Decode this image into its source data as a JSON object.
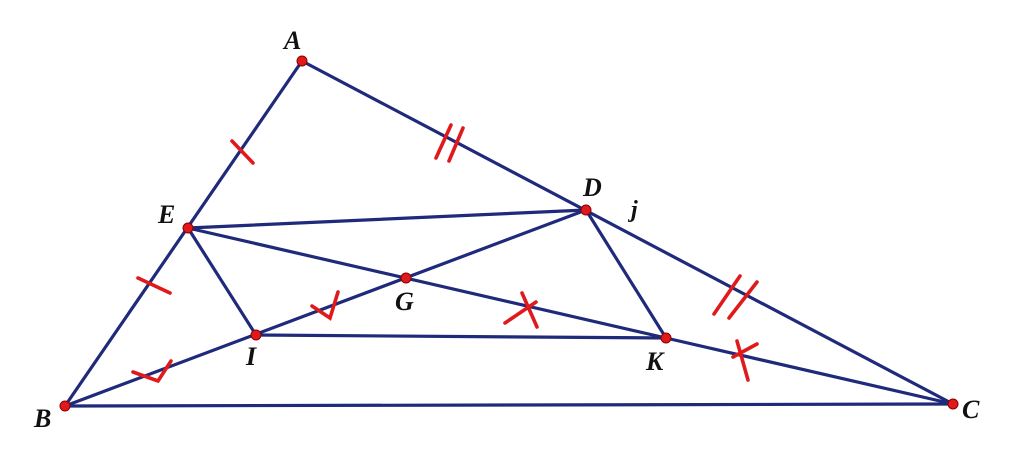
{
  "diagram": {
    "points": {
      "A": "A",
      "B": "B",
      "C": "C",
      "D": "D",
      "E": "E",
      "G": "G",
      "I": "I",
      "K": "K"
    },
    "extra_mark": "j",
    "colors": {
      "segment": "#1f2a7a",
      "point": "#e01a1a",
      "tick": "#e01a1a",
      "label": "#111111"
    }
  }
}
